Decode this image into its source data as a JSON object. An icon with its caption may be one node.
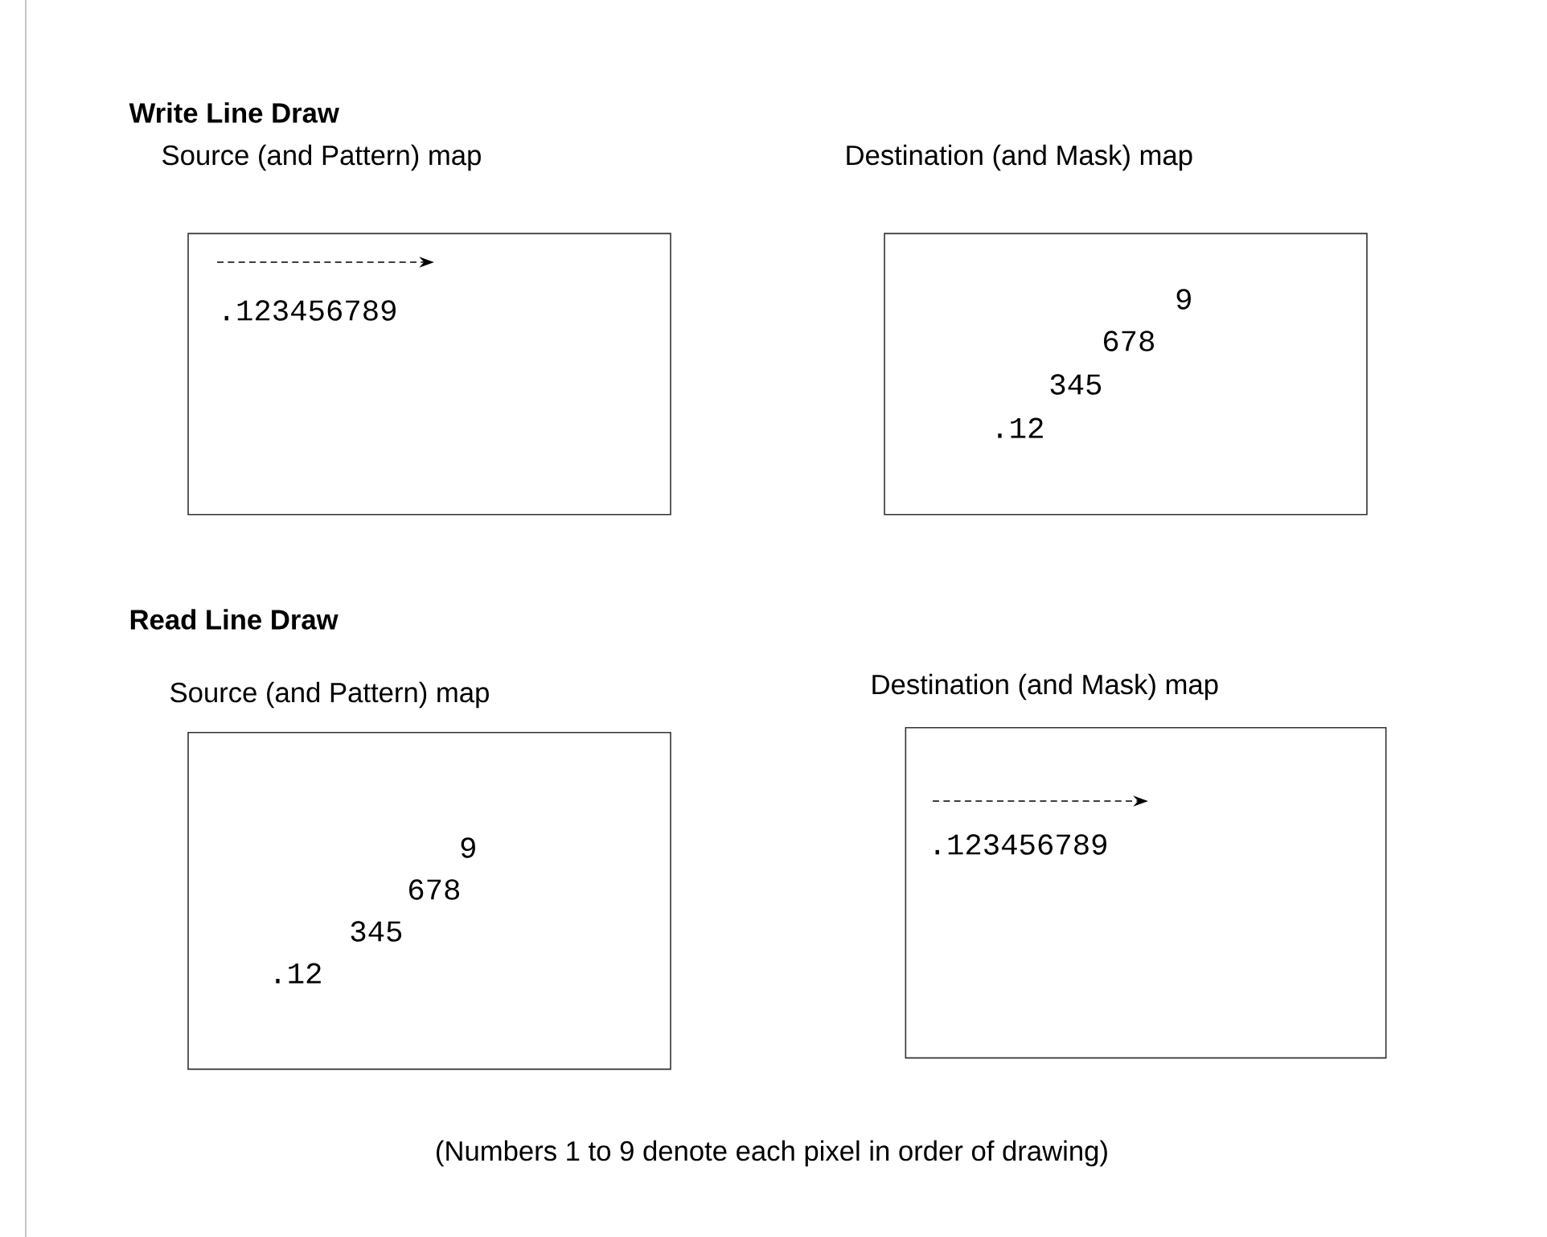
{
  "diagram": {
    "caption": "(Numbers 1 to 9 denote each pixel in order of drawing)",
    "nodes": [
      {
        "text": [
          "Source (and Pattern) map",
          ".123456789"
        ]
      },
      {
        "text": [
          "Destination (and Mask) map",
          "9",
          "678",
          "345",
          ".12"
        ]
      },
      {
        "text": [
          "Source (and Pattern) map",
          "9",
          "678",
          "345",
          ".12"
        ]
      },
      {
        "text": [
          "Destination (and Mask) map",
          ".123456789"
        ]
      }
    ],
    "labels": [
      "Write Line Draw",
      "Read Line Draw"
    ]
  }
}
